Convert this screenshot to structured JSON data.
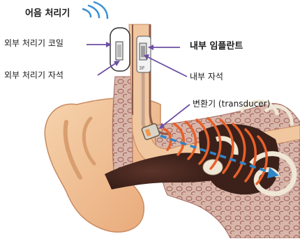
{
  "labels": {
    "sound_processor": "어음 처리기",
    "external_coil": "외부 처리기 코일",
    "external_magnet": "외부 처리기 자석",
    "internal_implant": "내부 임플란트",
    "internal_magnet": "내부 자석",
    "transducer": "변환기 (transducer)"
  },
  "colors": {
    "skin": "#f2c49b",
    "skin_dark": "#d99e6f",
    "bone": "#d8b6aa",
    "bone_dot": "#9c5b55",
    "bone_outline": "#a56a5f",
    "canal": "#4a2a22",
    "wave_orange": "#e8602a",
    "wave_blue": "#2f86c8",
    "sound_wave_blue": "#3a8fd6",
    "leader": "#6d4fa3",
    "wire_brown": "#8a5a4a"
  }
}
